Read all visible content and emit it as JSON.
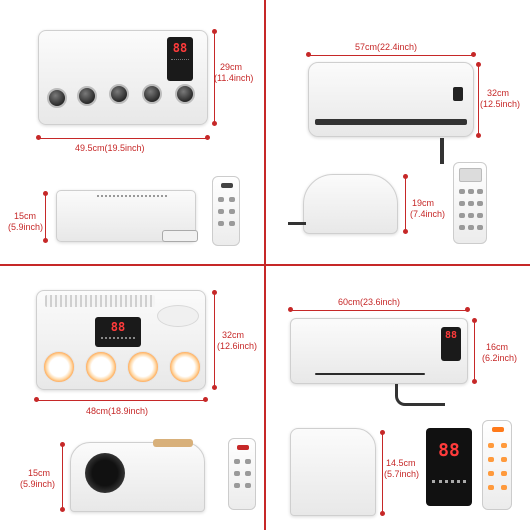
{
  "quadrants": {
    "top_left": {
      "main": {
        "width": "49.5cm(19.5inch)",
        "height_cm": "29cm",
        "height_in": "(11.4inch)",
        "display": "88"
      },
      "side": {
        "height_cm": "15cm",
        "height_in": "(5.9inch)"
      }
    },
    "top_right": {
      "main": {
        "width": "57cm(22.4inch)",
        "height_cm": "32cm",
        "height_in": "(12.5inch)"
      },
      "side": {
        "height_cm": "19cm",
        "height_in": "(7.4inch)"
      }
    },
    "bottom_left": {
      "main": {
        "width": "48cm(18.9inch)",
        "height_cm": "32cm",
        "height_in": "(12.6inch)",
        "display": "88"
      },
      "side": {
        "height_cm": "15cm",
        "height_in": "(5.9inch)"
      }
    },
    "bottom_right": {
      "main": {
        "width": "60cm(23.6inch)",
        "height_cm": "16cm",
        "height_in": "(6.2inch)",
        "display": "88"
      },
      "side": {
        "height_cm": "14.5cm",
        "height_in": "(5.7inch)",
        "display": "88"
      }
    }
  },
  "colors": {
    "dimension": "#c62828",
    "display_digits": "#ff3b3b",
    "knob_glow": "#ff9a3c"
  }
}
